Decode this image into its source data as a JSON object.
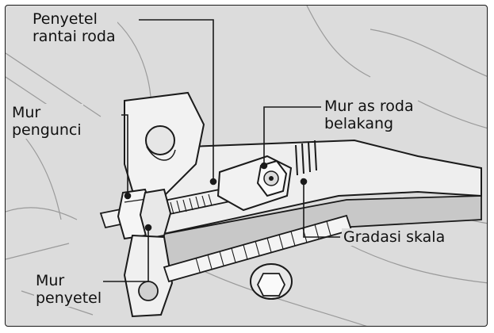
{
  "diagram": {
    "labels": {
      "chain_adjuster_line1": "Penyetel",
      "chain_adjuster_line2": "rantai roda",
      "lock_nut_line1": "Mur",
      "lock_nut_line2": "pengunci",
      "rear_axle_nut_line1": "Mur as roda",
      "rear_axle_nut_line2": "belakang",
      "scale_gradation": "Gradasi skala",
      "adjusting_nut_line1": "Mur",
      "adjusting_nut_line2": "penyetel"
    },
    "colors": {
      "background": "#dcdcdc",
      "line": "#1a1a1a",
      "part_fill": "#f2f2f2",
      "part_shadow": "#bdbdbd"
    }
  }
}
